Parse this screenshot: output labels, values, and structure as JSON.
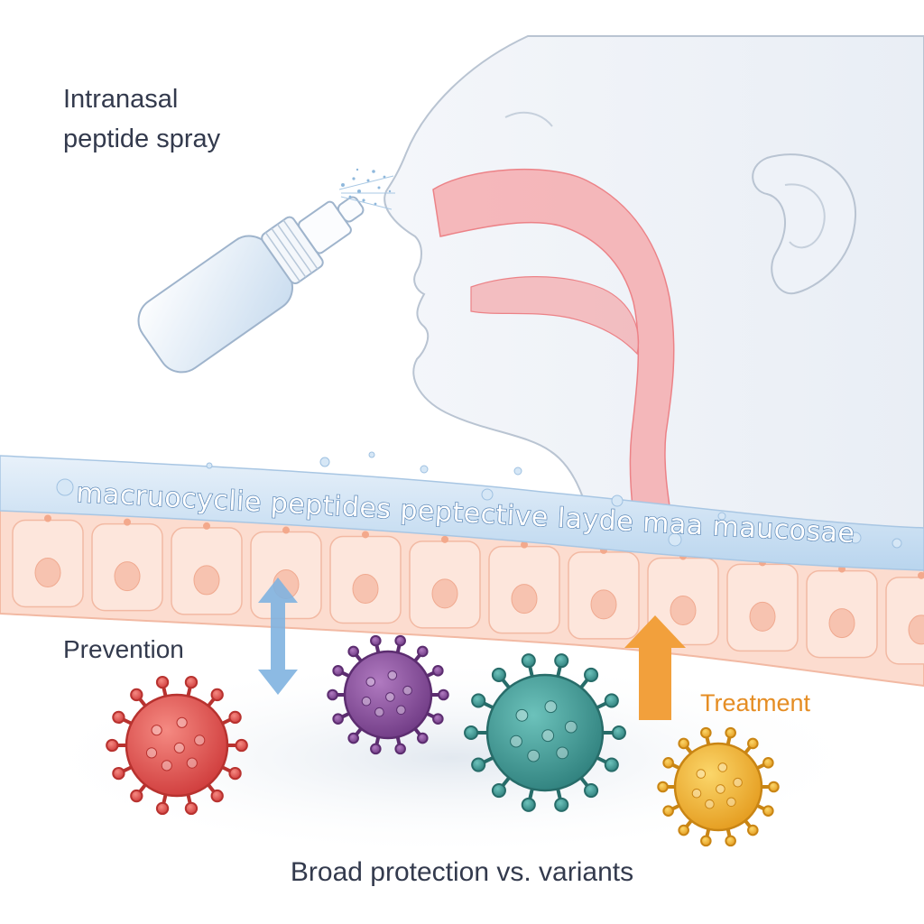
{
  "title": {
    "line1": "Intranasal",
    "line2": "peptide spray"
  },
  "mucosa_label": "macruocyclie peptides  peptective layde maa maucosae",
  "prevention_label": "Prevention",
  "treatment_label": "Treatment",
  "footer_label": "Broad protection vs. variants",
  "colors": {
    "prevention_arrow": "#7fb3e0",
    "treatment_arrow": "#f2a03c",
    "virus_red": "#e2524e",
    "virus_purple": "#8a4d9c",
    "virus_teal": "#3f9a96",
    "virus_yellow": "#f0b83a",
    "airway": "#f08a8f",
    "mucus_layer": "#cfe3f3",
    "epithelium": "#fbd9cc"
  }
}
